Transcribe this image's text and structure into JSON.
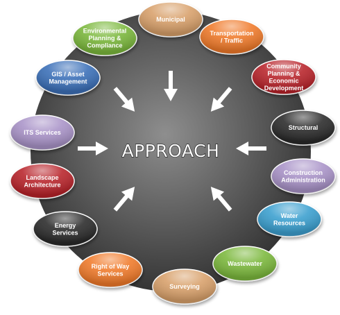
{
  "center": {
    "label": "APPROACH"
  },
  "nodes": [
    {
      "id": "municipal",
      "lines": [
        "Municipal"
      ],
      "color": "#d8a06a",
      "text_color": "#ffffff"
    },
    {
      "id": "transportation-traffic",
      "lines": [
        "Transportation",
        "/ Traffic"
      ],
      "color": "#f07a2a",
      "text_color": "#ffffff"
    },
    {
      "id": "community-planning",
      "lines": [
        "Community",
        "Planning &",
        "Economic",
        "Development"
      ],
      "color": "#b8232a",
      "text_color": "#ffffff"
    },
    {
      "id": "structural",
      "lines": [
        "Structural"
      ],
      "color": "#2a2a2a",
      "text_color": "#ffffff"
    },
    {
      "id": "construction-administration",
      "lines": [
        "Construction",
        "Administration"
      ],
      "color": "#a993c8",
      "text_color": "#ffffff"
    },
    {
      "id": "water-resources",
      "lines": [
        "Water",
        "Resources"
      ],
      "color": "#3a9fcf",
      "text_color": "#ffffff"
    },
    {
      "id": "wastewater",
      "lines": [
        "Wastewater"
      ],
      "color": "#7bb83c",
      "text_color": "#ffffff"
    },
    {
      "id": "surveying",
      "lines": [
        "Surveying"
      ],
      "color": "#d8a06a",
      "text_color": "#ffffff"
    },
    {
      "id": "right-of-way-services",
      "lines": [
        "Right of Way",
        "Services"
      ],
      "color": "#f07a2a",
      "text_color": "#ffffff"
    },
    {
      "id": "energy-services",
      "lines": [
        "Energy",
        "Services"
      ],
      "color": "#2a2a2a",
      "text_color": "#ffffff"
    },
    {
      "id": "landscape-architecture",
      "lines": [
        "Landscape",
        "Architecture"
      ],
      "color": "#b8232a",
      "text_color": "#ffffff"
    },
    {
      "id": "its-services",
      "lines": [
        "ITS Services"
      ],
      "color": "#a993c8",
      "text_color": "#ffffff"
    },
    {
      "id": "gis-asset-management",
      "lines": [
        "GIS / Asset",
        "Management"
      ],
      "color": "#3a6fb8",
      "text_color": "#ffffff"
    },
    {
      "id": "environmental-planning",
      "lines": [
        "Environmental",
        "Planning &",
        "Compliance"
      ],
      "color": "#7bb83c",
      "text_color": "#ffffff"
    }
  ]
}
